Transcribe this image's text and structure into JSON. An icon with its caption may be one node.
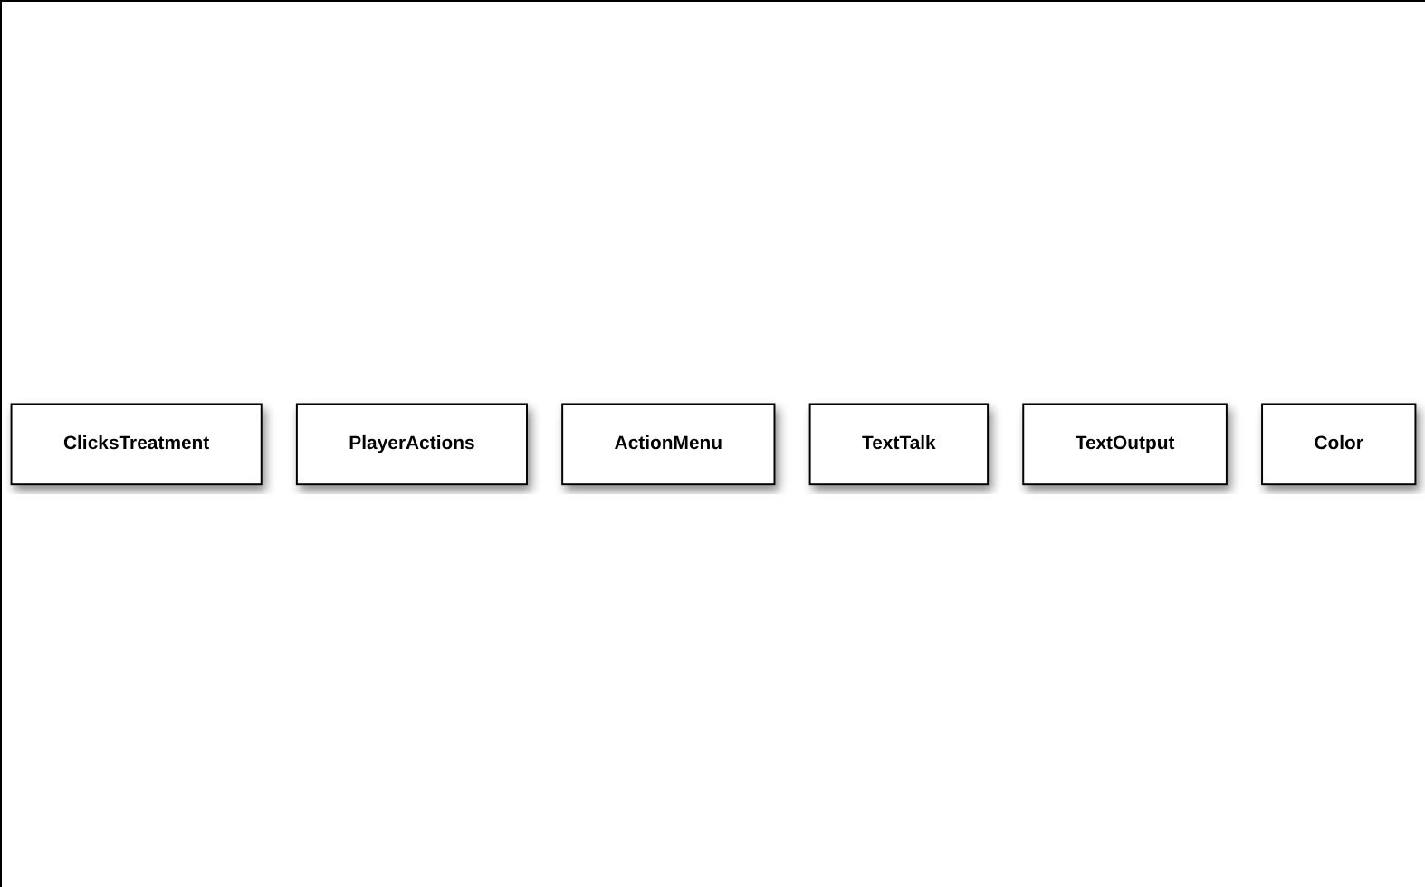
{
  "diagram": {
    "nodes": [
      {
        "text": [
          "ClicksTreatment"
        ]
      },
      {
        "text": [
          "PlayerActions"
        ]
      },
      {
        "text": [
          "ActionMenu"
        ]
      },
      {
        "text": [
          "TextTalk"
        ]
      },
      {
        "text": [
          "TextOutput"
        ]
      },
      {
        "text": [
          "Color"
        ]
      }
    ],
    "edges": []
  }
}
